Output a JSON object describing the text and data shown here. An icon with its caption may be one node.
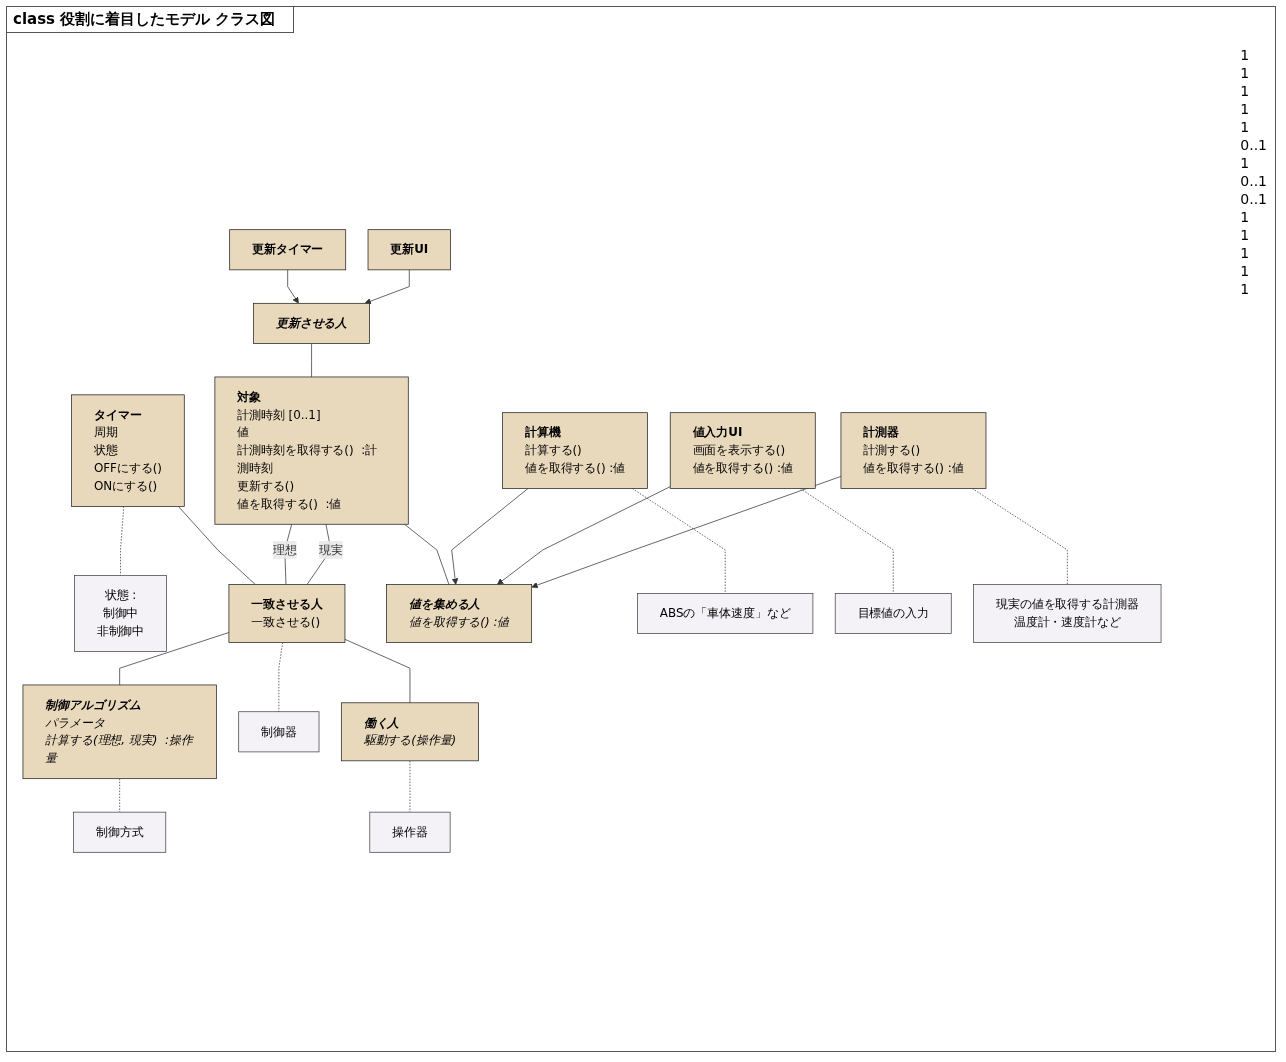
{
  "diagram": {
    "title": "class 役割に着目したモデル  クラス図",
    "nodes": [
      {
        "text": [
          "更新タイマー"
        ]
      },
      {
        "text": [
          "更新UI"
        ]
      },
      {
        "text": [
          "更新させる人"
        ]
      },
      {
        "text": [
          "タイマー",
          "周期",
          "状態",
          "OFFにする()",
          "ONにする()"
        ]
      },
      {
        "text": [
          "状態 :",
          "制御中",
          "非制御中"
        ]
      },
      {
        "text": [
          "対象",
          "計測時刻 [0..1]",
          "値",
          "計測時刻を取得する()  :計測時刻",
          "更新する()",
          "値を取得する()  :値"
        ]
      },
      {
        "text": [
          "一致させる人",
          "一致させる()"
        ]
      },
      {
        "text": [
          "制御アルゴリズム",
          "パラメータ",
          "計算する(理想, 現実)  :操作量"
        ]
      },
      {
        "text": [
          "制御器"
        ]
      },
      {
        "text": [
          "制御方式"
        ]
      },
      {
        "text": [
          "値を集める人",
          "値を取得する()  :値"
        ]
      },
      {
        "text": [
          "働く人",
          "駆動する(操作量)"
        ]
      },
      {
        "text": [
          "操作器"
        ]
      },
      {
        "text": [
          "計算機",
          "計算する()",
          "値を取得する()  :値"
        ]
      },
      {
        "text": [
          "値入力UI",
          "画面を表示する()",
          "値を取得する()  :値"
        ]
      },
      {
        "text": [
          "計測器",
          "計測する()",
          "値を取得する()  :値"
        ]
      },
      {
        "text": [
          "ABSの「車体速度」など"
        ]
      },
      {
        "text": [
          "目標値の入力"
        ]
      },
      {
        "text": [
          "現実の値を取得する計測器",
          "温度計・速度計など"
        ]
      }
    ],
    "edges": [
      {
        "from": 0,
        "to": 2,
        "arrow": "to"
      },
      {
        "from": 1,
        "to": 2,
        "arrow": "to"
      },
      {
        "from": 3,
        "to": 4,
        "arrow": "none",
        "style": "dashed"
      },
      {
        "from": 2,
        "to": 5,
        "arrow": "none"
      },
      {
        "from": 3,
        "to": 6,
        "arrow": "none"
      },
      {
        "from": 5,
        "to": 6,
        "label": "理想",
        "arrow": "none"
      },
      {
        "from": 5,
        "to": 6,
        "label": "現実",
        "arrow": "none"
      },
      {
        "from": 6,
        "to": 7,
        "arrow": "none"
      },
      {
        "from": 6,
        "to": 8,
        "arrow": "none",
        "style": "dashed"
      },
      {
        "from": 7,
        "to": 9,
        "arrow": "none",
        "style": "dashed"
      },
      {
        "from": 5,
        "to": 10,
        "arrow": "none"
      },
      {
        "from": 6,
        "to": 11,
        "arrow": "none"
      },
      {
        "from": 13,
        "to": 10,
        "arrow": "to"
      },
      {
        "from": 14,
        "to": 10,
        "arrow": "to"
      },
      {
        "from": 15,
        "to": 10,
        "arrow": "to"
      },
      {
        "from": 11,
        "to": 12,
        "arrow": "none",
        "style": "dashed"
      },
      {
        "from": 13,
        "to": 16,
        "arrow": "none",
        "style": "dashed"
      },
      {
        "from": 14,
        "to": 17,
        "arrow": "none",
        "style": "dashed"
      },
      {
        "from": 15,
        "to": 18,
        "arrow": "none",
        "style": "dashed"
      }
    ],
    "labels": [
      "1",
      "1",
      "1",
      "1",
      "1",
      "0..1",
      "1",
      "0..1",
      "0..1",
      "1",
      "1",
      "1",
      "1",
      "1"
    ]
  }
}
